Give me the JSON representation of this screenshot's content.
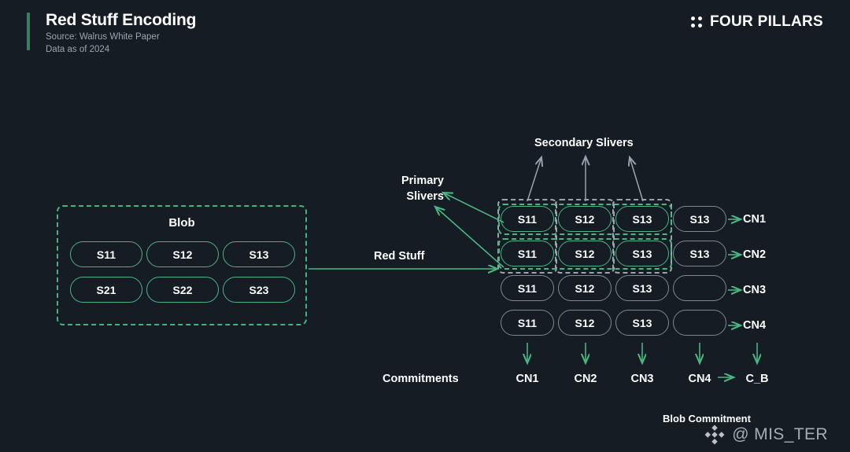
{
  "header": {
    "title": "Red Stuff Encoding",
    "source": "Source: Walrus White Paper",
    "data_as_of": "Data as of 2024",
    "accent_color": "#3f7d5f"
  },
  "brand": {
    "logo_icon": "four-dots-icon",
    "name": "FOUR PILLARS"
  },
  "theme": {
    "background": "#151c24",
    "green": "#49b682",
    "gray": "#7d8794",
    "text": "#ffffff",
    "muted_text": "#9aa4b0"
  },
  "blob": {
    "title": "Blob",
    "cells": [
      "S11",
      "S12",
      "S13",
      "S21",
      "S22",
      "S23"
    ]
  },
  "labels": {
    "secondary_slivers": "Secondary Slivers",
    "primary_slivers_line1": "Primary",
    "primary_slivers_line2": "Slivers",
    "red_stuff": "Red Stuff",
    "commitments": "Commitments",
    "blob_commitment": "Blob Commitment"
  },
  "encoded_grid": {
    "rows": [
      {
        "cells": [
          {
            "label": "S11",
            "style": "green"
          },
          {
            "label": "S12",
            "style": "green"
          },
          {
            "label": "S13",
            "style": "green"
          },
          {
            "label": "S13",
            "style": "gray"
          }
        ],
        "node": "CN1"
      },
      {
        "cells": [
          {
            "label": "S11",
            "style": "green"
          },
          {
            "label": "S12",
            "style": "green"
          },
          {
            "label": "S13",
            "style": "green"
          },
          {
            "label": "S13",
            "style": "gray"
          }
        ],
        "node": "CN2"
      },
      {
        "cells": [
          {
            "label": "S11",
            "style": "gray"
          },
          {
            "label": "S12",
            "style": "gray"
          },
          {
            "label": "S13",
            "style": "gray"
          },
          {
            "label": "",
            "style": "gray empty"
          }
        ],
        "node": "CN3"
      },
      {
        "cells": [
          {
            "label": "S11",
            "style": "gray"
          },
          {
            "label": "S12",
            "style": "gray"
          },
          {
            "label": "S13",
            "style": "gray"
          },
          {
            "label": "",
            "style": "gray empty"
          }
        ],
        "node": "CN4"
      }
    ]
  },
  "commitments": {
    "items": [
      "CN1",
      "CN2",
      "CN3",
      "CN4"
    ],
    "aggregate": "C_B"
  },
  "watermark": {
    "logo_icon": "diamond-cluster-icon",
    "handle": "@ MIS_TER"
  }
}
